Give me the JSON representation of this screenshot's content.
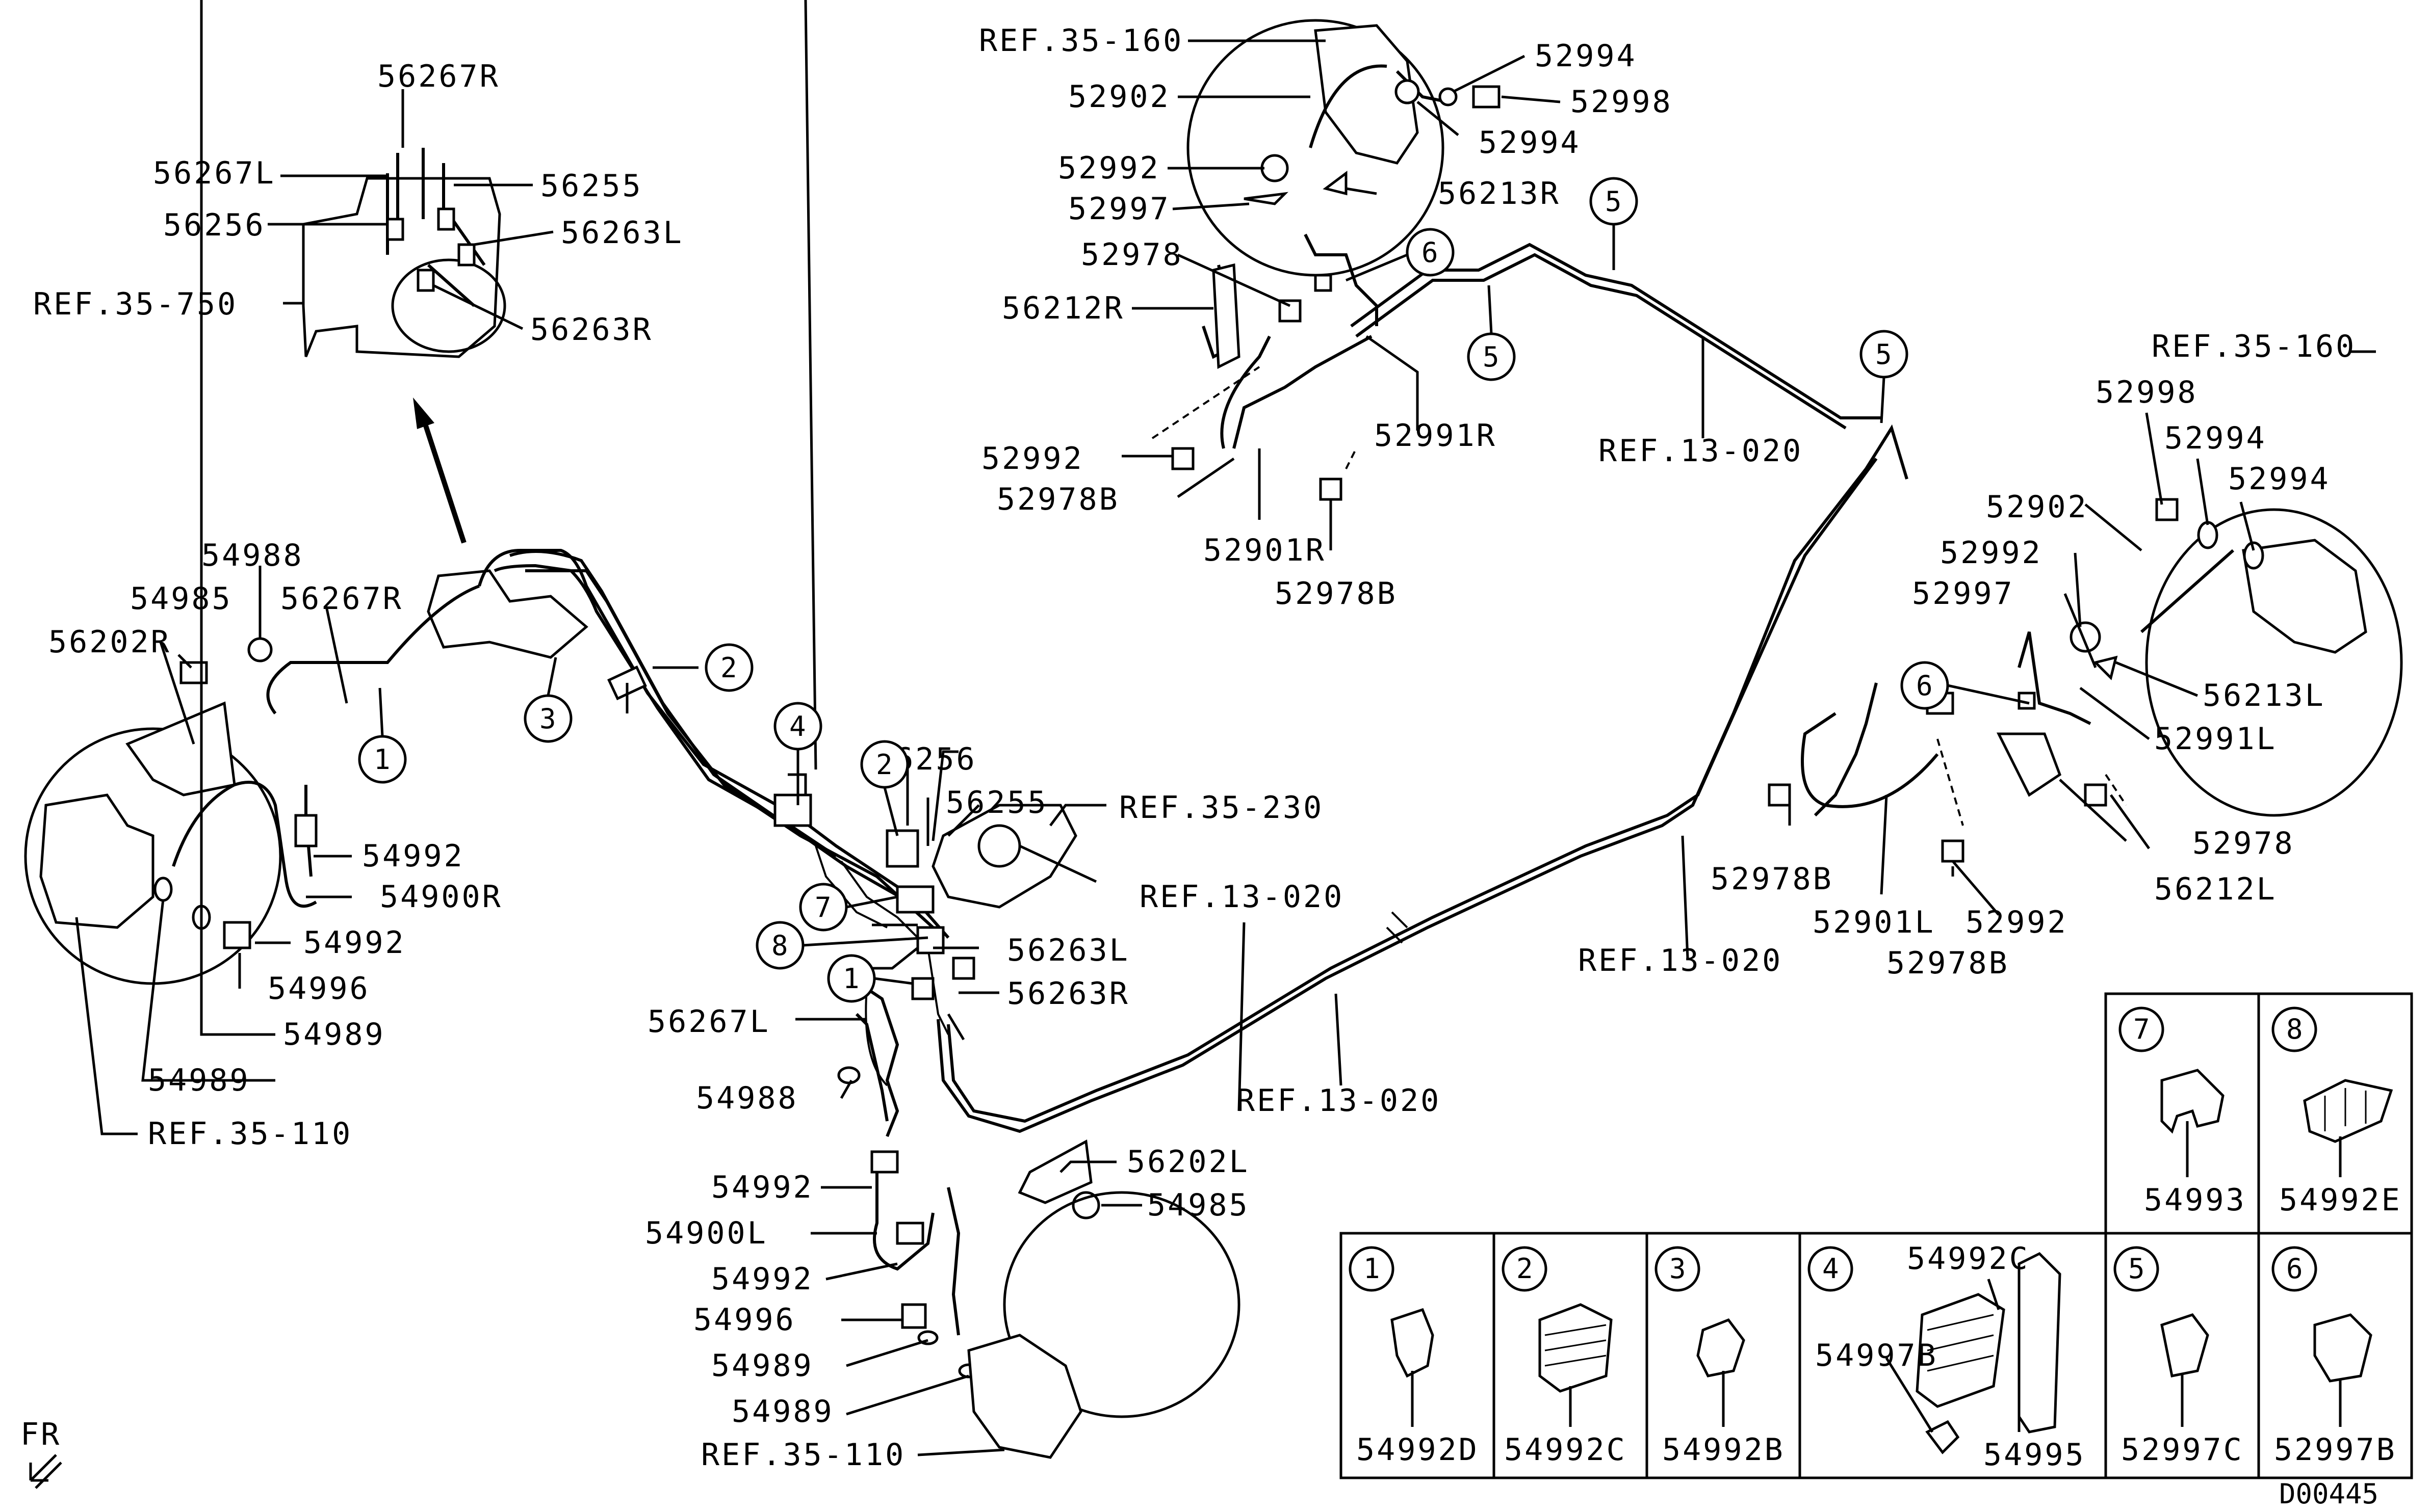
{
  "doc_code": "D00445",
  "fr_label": "FR",
  "labels": {
    "p56267R_top": "56267R",
    "p56267L_top": "56267L",
    "p56255_top": "56255",
    "p56256_top": "56256",
    "p56263L_top": "56263L",
    "p56263R_top": "56263R",
    "ref35750": "REF.35-750",
    "p54988_l": "54988",
    "p54985_l": "54985",
    "p56267R_l": "56267R",
    "p56202R": "56202R",
    "p54992_a": "54992",
    "p54900R": "54900R",
    "p54992_b": "54992",
    "p54996_l": "54996",
    "p54989_a": "54989",
    "p54989_b": "54989",
    "ref35110_l": "REF.35-110",
    "ref35160_t": "REF.35-160",
    "p52902_t": "52902",
    "p52992_t": "52992",
    "p52997_t": "52997",
    "p52978_t": "52978",
    "p56212R": "56212R",
    "p52992_t2": "52992",
    "p52978B_t": "52978B",
    "p52901R": "52901R",
    "p52978B_t2": "52978B",
    "p52991R": "52991R",
    "p52994_t": "52994",
    "p52998_t": "52998",
    "p52994_t2": "52994",
    "p56213R": "56213R",
    "ref13020_a": "REF.13-020",
    "ref35160_r": "REF.35-160",
    "p52998_r": "52998",
    "p52994_r": "52994",
    "p52994_r2": "52994",
    "p52902_r": "52902",
    "p52992_r": "52992",
    "p52997_r": "52997",
    "p56213L": "56213L",
    "p52991L": "52991L",
    "p52978_r": "52978",
    "p56212L": "56212L",
    "p52978B_r": "52978B",
    "p52901L": "52901L",
    "p52992_r2": "52992",
    "p52978B_r2": "52978B",
    "ref13020_b": "REF.13-020",
    "p56256_m": "56256",
    "p56255_m": "56255",
    "ref35230": "REF.35-230",
    "ref13020_c": "REF.13-020",
    "p56263L_m": "56263L",
    "p56263R_m": "56263R",
    "p56267L_m": "56267L",
    "p54988_m": "54988",
    "ref13020_d": "REF.13-020",
    "p56202L": "56202L",
    "p54992_c": "54992",
    "p54985_m": "54985",
    "p54900L": "54900L",
    "p54992_d": "54992",
    "p54996_m": "54996",
    "p54989_c": "54989",
    "p54989_d": "54989",
    "ref35110_m": "REF.35-110"
  },
  "callouts": [
    "1",
    "2",
    "3",
    "4",
    "5",
    "6",
    "7",
    "8"
  ],
  "legend": {
    "top": [
      {
        "num": "7",
        "part": "54993"
      },
      {
        "num": "8",
        "part": "54992E"
      }
    ],
    "bottom": [
      {
        "num": "1",
        "part": "54992D"
      },
      {
        "num": "2",
        "part": "54992C"
      },
      {
        "num": "3",
        "part": "54992B"
      },
      {
        "num": "4",
        "part_a": "54992C",
        "part_b": "54997B",
        "part_c": "54995"
      },
      {
        "num": "5",
        "part": "52997C"
      },
      {
        "num": "6",
        "part": "52997B"
      }
    ]
  }
}
